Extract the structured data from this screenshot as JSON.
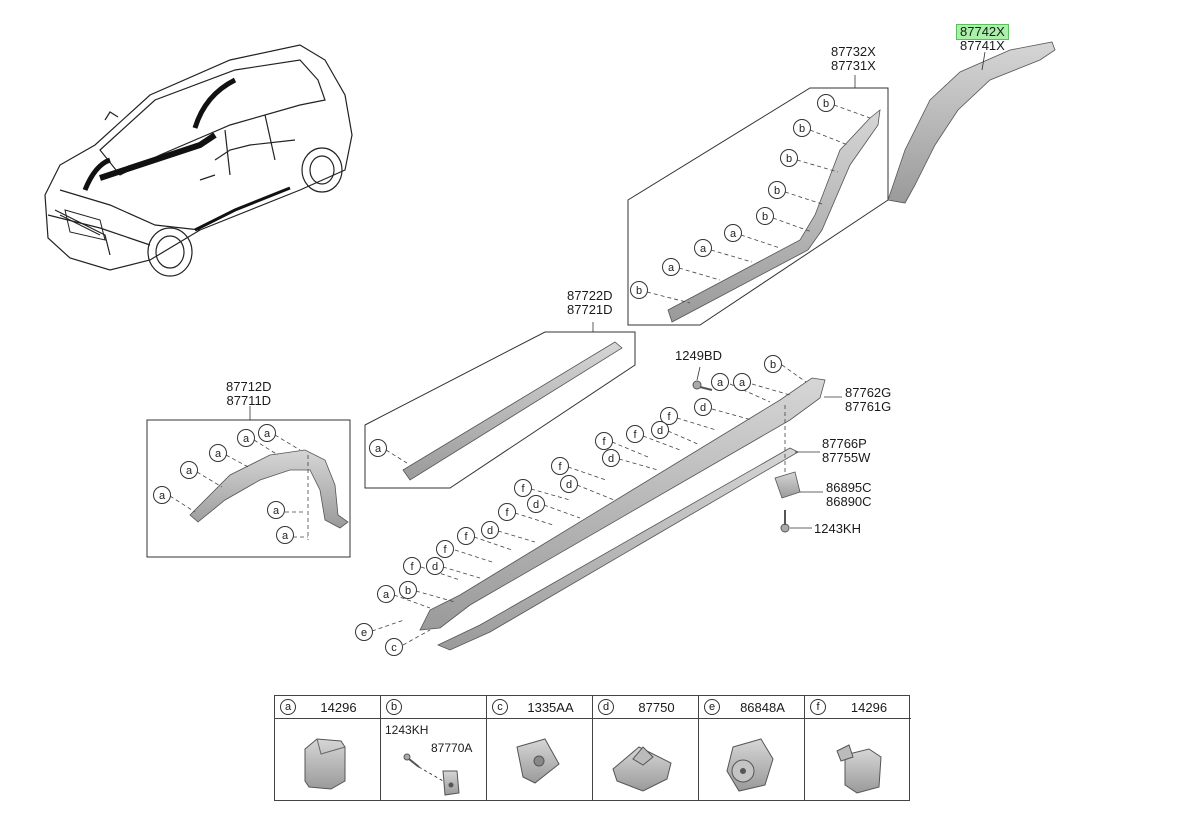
{
  "callouts": {
    "87742X_87741X": [
      "87742X",
      "87741X"
    ],
    "87732X_87731X": [
      "87732X",
      "87731X"
    ],
    "87722D_87721D": [
      "87722D",
      "87721D"
    ],
    "87712D_87711D": [
      "87712D",
      "87711D"
    ],
    "1249BD": "1249BD",
    "87762G_87761G": [
      "87762G",
      "87761G"
    ],
    "87766P_87755W": [
      "87766P",
      "87755W"
    ],
    "86895C_86890C": [
      "86895C",
      "86890C"
    ],
    "1243KH": "1243KH"
  },
  "legend": [
    {
      "letter": "a",
      "code": "14296"
    },
    {
      "letter": "b",
      "code": "",
      "sub": [
        "1243KH",
        "87770A"
      ]
    },
    {
      "letter": "c",
      "code": "1335AA"
    },
    {
      "letter": "d",
      "code": "87750"
    },
    {
      "letter": "e",
      "code": "86848A"
    },
    {
      "letter": "f",
      "code": "14296"
    }
  ],
  "highlight_color": "#a9f0a9"
}
